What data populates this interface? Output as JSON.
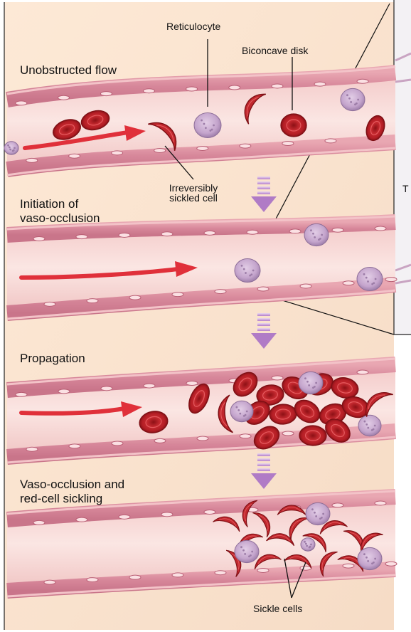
{
  "labels": {
    "reticulocyte": "Reticulocyte",
    "biconcave_disk": "Biconcave disk",
    "irreversibly_sickled_cell_line1": "Irreversibly",
    "irreversibly_sickled_cell_line2": "sickled cell",
    "sickle_cells": "Sickle cells",
    "cutoff_text": "T"
  },
  "stages": [
    {
      "title_line1": "Unobstructed flow",
      "title_line2": ""
    },
    {
      "title_line1": "Initiation of",
      "title_line2": "vaso-occlusion"
    },
    {
      "title_line1": "Propagation",
      "title_line2": ""
    },
    {
      "title_line1": "Vaso-occlusion and",
      "title_line2": "red-cell sickling"
    }
  ],
  "colors": {
    "panel_bg": "#fbe6d1",
    "vessel_wall": "#d8889a",
    "vessel_lumen": "#f8dbd8",
    "red_cell": "#c0272d",
    "reticulocyte": "#c8a9d0",
    "flow_arrow": "#e0303a",
    "step_arrow": "#b07bc6"
  }
}
